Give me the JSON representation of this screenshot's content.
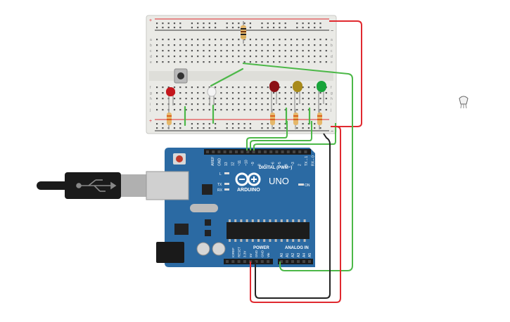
{
  "board": {
    "brand": "ARDUINO",
    "model": "UNO",
    "digital_label": "DIGITAL (PWM~)",
    "power_label": "POWER",
    "analog_label": "ANALOG IN",
    "on_label": "ON",
    "l_label": "L",
    "tx_label": "TX",
    "rx_label": "RX",
    "aref": "AREF",
    "gnd": "GND",
    "digital_pins": [
      "13",
      "12",
      "~11",
      "~10",
      "~9",
      "8",
      "7",
      "~6",
      "~5",
      "4",
      "~3",
      "2",
      "TX→1",
      "RX←0"
    ],
    "power_pins": [
      "IOREF",
      "RESET",
      "3.3V",
      "5V",
      "GND",
      "GND",
      "Vin"
    ],
    "analog_pins": [
      "A0",
      "A1",
      "A2",
      "A3",
      "A4",
      "A5"
    ]
  },
  "breadboard": {
    "rail_plus": "+",
    "rail_minus": "−",
    "row_letters_top": [
      "a",
      "b",
      "c",
      "d",
      "e"
    ],
    "row_letters_bottom": [
      "f",
      "g",
      "h",
      "i",
      "j"
    ]
  },
  "colors": {
    "board": "#2b6aa3",
    "breadboard": "#eaeae6",
    "wire_red": "#e0292f",
    "wire_green": "#4cb848",
    "wire_black": "#222222",
    "led_red": "#c4161c",
    "led_maroon": "#8c1016",
    "led_yellow": "#a88a1a",
    "led_green": "#18a43a"
  }
}
